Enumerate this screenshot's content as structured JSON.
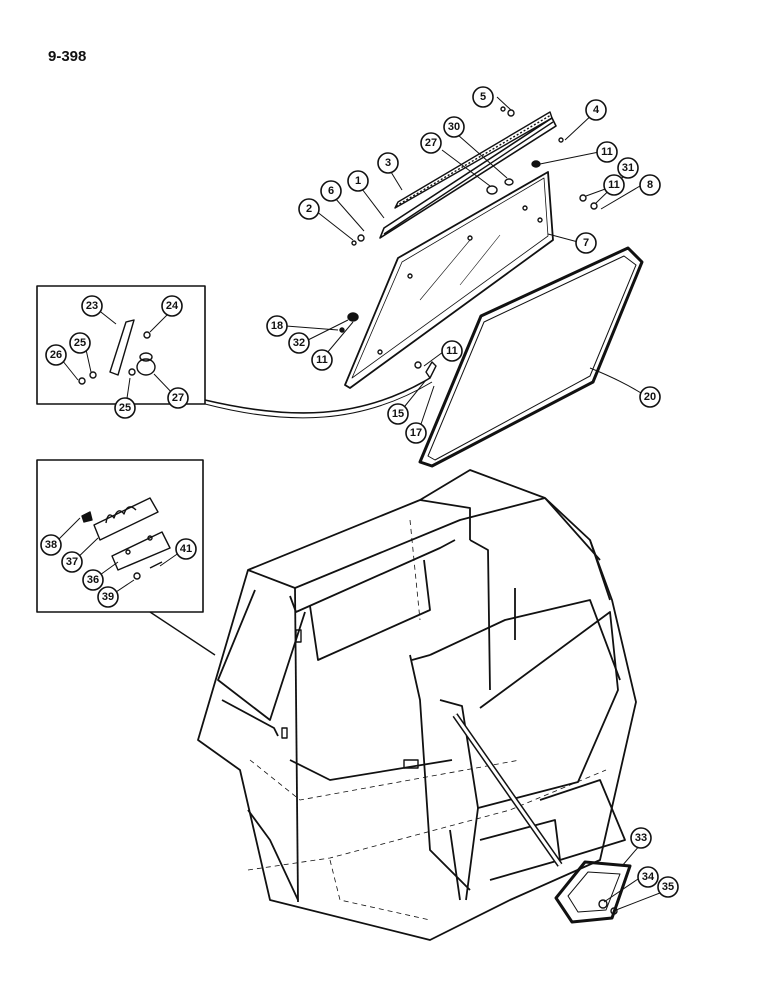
{
  "page_number": "9-398",
  "callouts": [
    {
      "id": "c1",
      "label": "1"
    },
    {
      "id": "c2",
      "label": "2"
    },
    {
      "id": "c3",
      "label": "3"
    },
    {
      "id": "c4",
      "label": "4"
    },
    {
      "id": "c5",
      "label": "5"
    },
    {
      "id": "c6",
      "label": "6"
    },
    {
      "id": "c7",
      "label": "7"
    },
    {
      "id": "c8",
      "label": "8"
    },
    {
      "id": "c11a",
      "label": "11"
    },
    {
      "id": "c11b",
      "label": "11"
    },
    {
      "id": "c11c",
      "label": "11"
    },
    {
      "id": "c11d",
      "label": "11"
    },
    {
      "id": "c15",
      "label": "15"
    },
    {
      "id": "c17",
      "label": "17"
    },
    {
      "id": "c18",
      "label": "18"
    },
    {
      "id": "c20",
      "label": "20"
    },
    {
      "id": "c23",
      "label": "23"
    },
    {
      "id": "c24",
      "label": "24"
    },
    {
      "id": "c25a",
      "label": "25"
    },
    {
      "id": "c25b",
      "label": "25"
    },
    {
      "id": "c26",
      "label": "26"
    },
    {
      "id": "c27",
      "label": "27"
    },
    {
      "id": "c30",
      "label": "30"
    },
    {
      "id": "c31",
      "label": "31"
    },
    {
      "id": "c32a",
      "label": "32"
    },
    {
      "id": "c32b",
      "label": "32"
    },
    {
      "id": "c33",
      "label": "33"
    },
    {
      "id": "c34",
      "label": "34"
    },
    {
      "id": "c35",
      "label": "35"
    },
    {
      "id": "c36",
      "label": "36"
    },
    {
      "id": "c37",
      "label": "37"
    },
    {
      "id": "c38",
      "label": "38"
    },
    {
      "id": "c39",
      "label": "39"
    },
    {
      "id": "c41",
      "label": "41"
    }
  ]
}
